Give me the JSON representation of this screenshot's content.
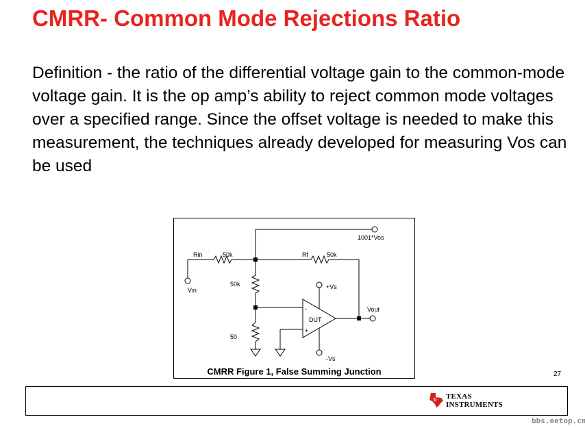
{
  "slide": {
    "title": "CMRR- Common Mode Rejections Ratio",
    "definition": "Definition - the ratio of the differential voltage gain to the common-mode voltage gain. It is the op amp’s ability to reject common mode voltages over a specified range. Since the offset voltage is needed to make this measurement, the techniques already developed for measuring Vos can be used",
    "page_number": "27"
  },
  "figure": {
    "caption": "CMRR Figure 1, False Summing Junction",
    "labels": {
      "output_top": "1001*Vos",
      "rin": "Rin",
      "rin_value": "50k",
      "rf": "Rf",
      "rf_value": "50k",
      "vin": "Vin",
      "r_mid": "50k",
      "r_low": "50",
      "pos_supply": "+Vs",
      "neg_supply": "-Vs",
      "vout": "Vout",
      "dut": "DUT",
      "minus_input": "-",
      "plus_input": "+"
    }
  },
  "footer": {
    "logo_line1": "TEXAS",
    "logo_line2": "INSTRUMENTS",
    "logo_color": "#d0221f"
  },
  "watermark": "bbs.eetop.cn"
}
